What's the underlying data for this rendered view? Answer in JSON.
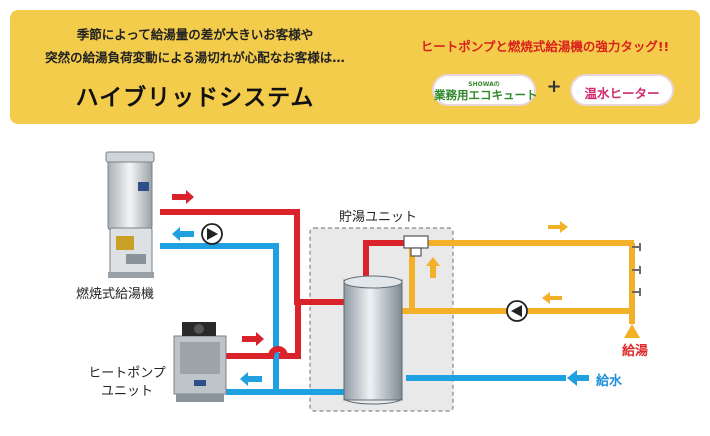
{
  "banner": {
    "line1": "季節によって給湯量の差が大きいお客様や",
    "line2": "突然の給湯負荷変動による湯切れが心配なお客様は…",
    "title": "ハイブリッドシステム",
    "tagline": "ヒートポンプと燃焼式給湯機の強力タッグ!!",
    "eco_small": "SHOWAの",
    "eco_label": "業務用エコキュート",
    "plus": "+",
    "heater_label": "温水ヒーター"
  },
  "diagram": {
    "combustion_heater_label": "燃焼式給湯機",
    "heat_pump_label_line1": "ヒートポンプ",
    "heat_pump_label_line2": "ユニット",
    "storage_unit_label": "貯湯ユニット",
    "hot_water_out_label": "給湯",
    "cold_water_in_label": "給水"
  },
  "colors": {
    "banner": "#f3cc4c",
    "hot_pipe": "#d9222a",
    "cold_pipe": "#1fa0e0",
    "supply_pipe": "#f3b12a",
    "storage_box": "#e9e9e9"
  }
}
